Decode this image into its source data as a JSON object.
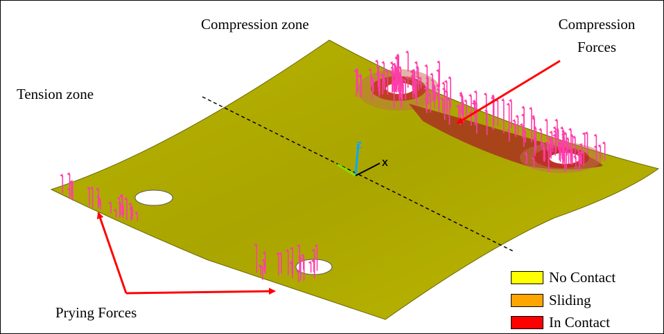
{
  "labels": {
    "compression_zone": "Compression zone",
    "compression_forces_line1": "Compression",
    "compression_forces_line2": "Forces",
    "tension_zone": "Tension zone",
    "prying_forces": "Prying Forces"
  },
  "axis_triad": {
    "z": "Z",
    "x": "X"
  },
  "legend": [
    {
      "label": "No Contact",
      "color": "#ffff00"
    },
    {
      "label": "Sliding",
      "color": "#ffa500"
    },
    {
      "label": "In Contact",
      "color": "#ff0000"
    }
  ],
  "colors": {
    "plate": "#b5b000",
    "plate_shade": "#9a9500",
    "contact_zone": "#a8321e",
    "force_arrows": "#ff3caa",
    "annotation_arrows": "#ff0000"
  }
}
